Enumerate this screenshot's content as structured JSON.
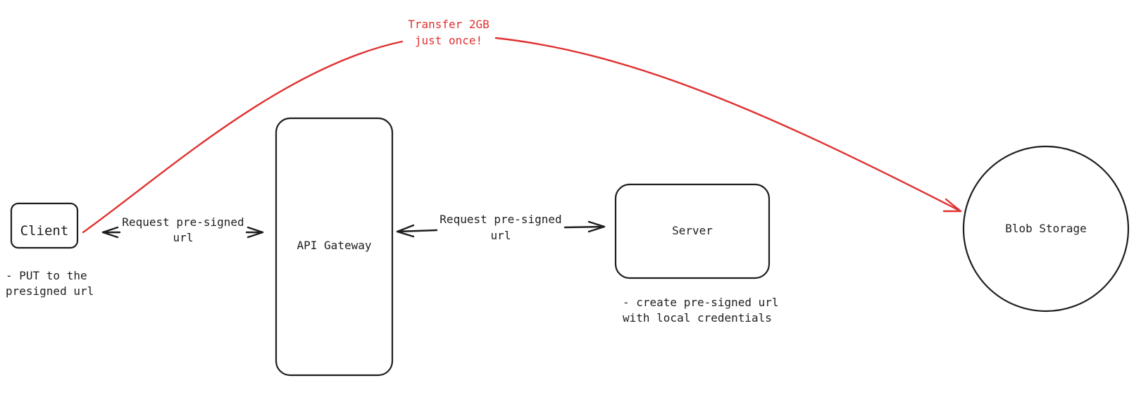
{
  "diagram": {
    "nodes": {
      "client": {
        "label": "Client"
      },
      "api_gateway": {
        "label": "API Gateway"
      },
      "server": {
        "label": "Server"
      },
      "blob_storage": {
        "label": "Blob Storage"
      }
    },
    "edges": {
      "client_gateway": {
        "label_line1": "Request pre-signed",
        "label_line2": "url"
      },
      "gateway_server": {
        "label_line1": "Request pre-signed",
        "label_line2": "url"
      },
      "client_blob": {
        "label_line1": "Transfer 2GB",
        "label_line2": "just once!"
      }
    },
    "notes": {
      "client_note": {
        "line1": "- PUT to the",
        "line2": "presigned url"
      },
      "server_note": {
        "line1": "- create pre-signed url",
        "line2": "with local credentials"
      }
    },
    "colors": {
      "stroke": "#1e1e1e",
      "accent": "#e03131",
      "background": "#ffffff"
    }
  }
}
